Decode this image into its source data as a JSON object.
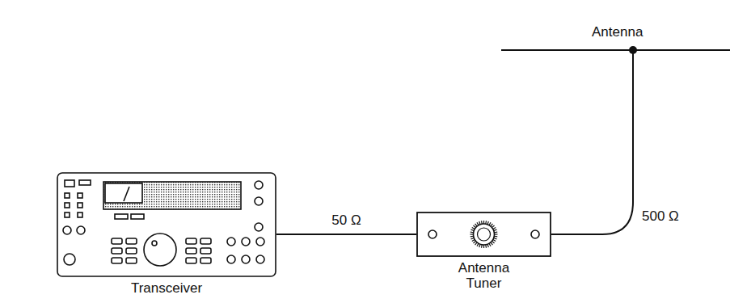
{
  "diagram": {
    "nodes": [
      {
        "text": [
          "Transceiver"
        ]
      },
      {
        "text": [
          "Antenna Tuner"
        ]
      }
    ],
    "edges": [
      {
        "from": 0,
        "to": 1,
        "arrow": "none",
        "label": "50 Ω"
      }
    ],
    "labels": [
      "Antenna",
      "500 Ω"
    ]
  }
}
